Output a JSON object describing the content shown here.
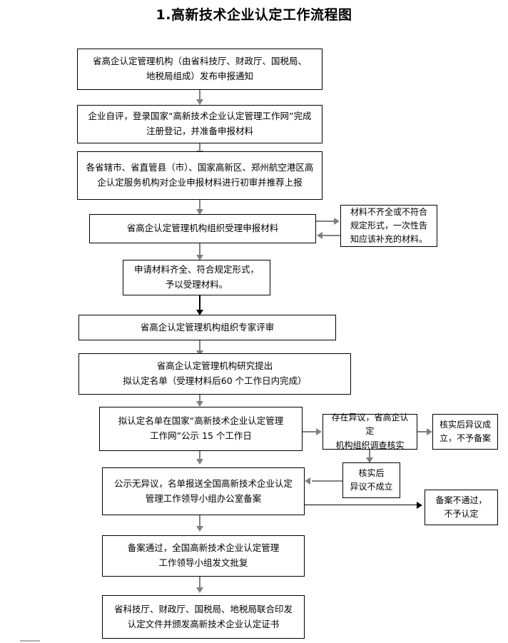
{
  "title": "1.高新技术企业认定工作流程图",
  "chart_data": {
    "type": "diagram",
    "title": "1.高新技术企业认定工作流程图",
    "orientation": "top-to-bottom",
    "nodes": [
      {
        "id": "n1",
        "label": "省高企认定管理机构（由省科技厅、财政厅、国税局、\n地税局组成）发布申报通知"
      },
      {
        "id": "n2",
        "label": "企业自评，登录国家“高新技术企业认定管理工作网”完成\n注册登记，并准备申报材料"
      },
      {
        "id": "n3",
        "label": "各省辖市、省直管县（市）、国家高新区、郑州航空港区高\n企认定服务机构对企业申报材料进行初审并推荐上报"
      },
      {
        "id": "n4",
        "label": "省高企认定管理机构组织受理申报材料"
      },
      {
        "id": "n4r",
        "label": "材料不齐全或不符合\n规定形式，一次性告\n知应该补充的材料。"
      },
      {
        "id": "n5",
        "label": "申请材料齐全、符合规定形式，\n予以受理材料。"
      },
      {
        "id": "n6",
        "label": "省高企认定管理机构组织专家评审"
      },
      {
        "id": "n7",
        "label": "省高企认定管理机构研究提出\n拟认定名单（受理材料后60 个工作日内完成）"
      },
      {
        "id": "n8",
        "label": "拟认定名单在国家“高新技术企业认定管理\n工作网”公示 15 个工作日"
      },
      {
        "id": "n8r",
        "label": "存在异议，省高企认定\n机构组织调查核实"
      },
      {
        "id": "n8rr",
        "label": "核实后异议成\n立，不予备案"
      },
      {
        "id": "n8m",
        "label": "核实后\n异议不成立"
      },
      {
        "id": "n9",
        "label": "公示无异议，名单报送全国高新技术企业认定\n管理工作领导小组办公室备案"
      },
      {
        "id": "n9r",
        "label": "备案不通过，\n不予认定"
      },
      {
        "id": "n10",
        "label": "备案通过，全国高新技术企业认定管理\n工作领导小组发文批复"
      },
      {
        "id": "n11",
        "label": "省科技厅、财政厅、国税局、地税局联合印发\n认定文件并颁发高新技术企业认定证书"
      }
    ],
    "edges": [
      {
        "from": "n1",
        "to": "n2",
        "dir": "down"
      },
      {
        "from": "n2",
        "to": "n3",
        "dir": "down"
      },
      {
        "from": "n3",
        "to": "n4",
        "dir": "down"
      },
      {
        "from": "n4",
        "to": "n4r",
        "dir": "right"
      },
      {
        "from": "n4r",
        "to": "n4",
        "dir": "left"
      },
      {
        "from": "n4",
        "to": "n5",
        "dir": "down"
      },
      {
        "from": "n5",
        "to": "n6",
        "dir": "down"
      },
      {
        "from": "n6",
        "to": "n7",
        "dir": "down"
      },
      {
        "from": "n7",
        "to": "n8",
        "dir": "down"
      },
      {
        "from": "n8",
        "to": "n8r",
        "dir": "right"
      },
      {
        "from": "n8r",
        "to": "n8rr",
        "dir": "right"
      },
      {
        "from": "n8r",
        "to": "n8m",
        "dir": "down"
      },
      {
        "from": "n8m",
        "to": "n9",
        "dir": "left"
      },
      {
        "from": "n8",
        "to": "n9",
        "dir": "down"
      },
      {
        "from": "n9",
        "to": "n9r",
        "dir": "right"
      },
      {
        "from": "n9",
        "to": "n10",
        "dir": "down"
      },
      {
        "from": "n10",
        "to": "n11",
        "dir": "down"
      }
    ],
    "colors": {
      "node_border": "#000000",
      "node_fill": "#ffffff",
      "connector": "#808080",
      "text": "#000000"
    }
  }
}
